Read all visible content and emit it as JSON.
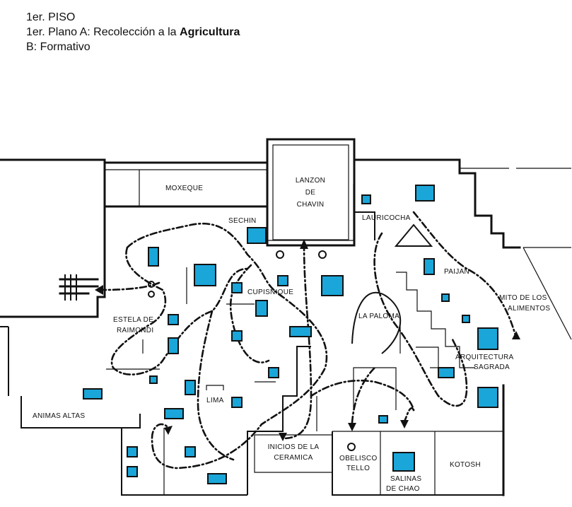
{
  "header": {
    "line1": "1er. PISO",
    "line2_prefix": "1er. Plano A:  Recolección a la ",
    "line2_bold": "Agricultura",
    "line3": "B: Formativo"
  },
  "labels": {
    "moxeque": "MOXEQUE",
    "lanzon": "LANZON",
    "de": "DE",
    "chavin": "CHAVIN",
    "sechin": "SECHIN",
    "cupisnique": "CUPISNIQUE",
    "estela1": "ESTELA DE",
    "estela2": "RAIMONDI",
    "lima": "LIMA",
    "animas": "ANIMAS ALTAS",
    "lauricocha": "LAURICOCHA",
    "paijan": "PAIJAN",
    "lapaloma": "LA PALOMA",
    "mito1": "MITO DE LOS",
    "mito2": "ALIMENTOS",
    "arq1": "ARQUITECTURA",
    "arq2": "SAGRADA",
    "inicios1": "INICIOS DE LA",
    "inicios2": "CERAMICA",
    "obelisco1": "OBELISCO",
    "obelisco2": "TELLO",
    "salinas1": "SALINAS",
    "salinas2": "DE CHAO",
    "kotosh": "KOTOSH"
  },
  "colors": {
    "exhibit": "#1aa6d9",
    "line": "#111111",
    "background": "#ffffff"
  },
  "icons": {
    "route_arrow": "arrowhead",
    "pyramid": "pyramid-outline",
    "stairs": "stairs-hatch",
    "circle_marker": "circle"
  }
}
